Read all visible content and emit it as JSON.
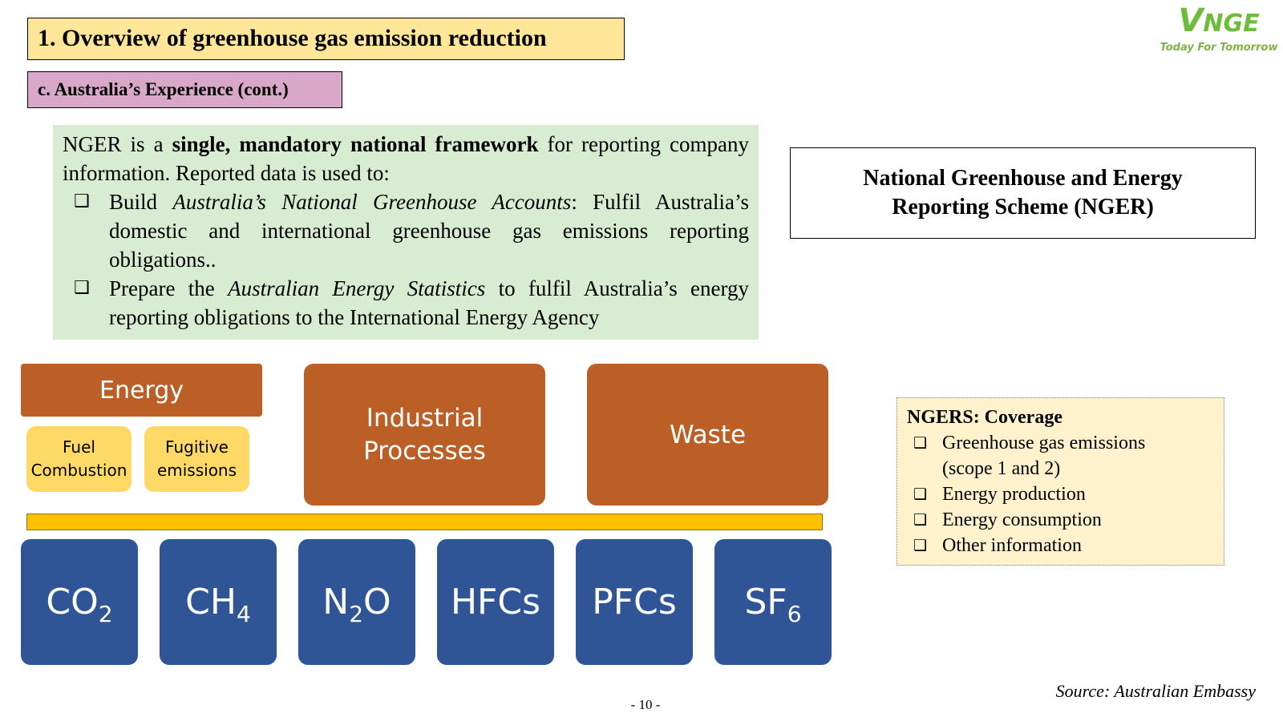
{
  "title": "1. Overview of greenhouse gas emission reduction",
  "subtitle": "c. Australia’s Experience (cont.)",
  "logo": {
    "mark_v": "V",
    "mark_rest": "NGE",
    "tagline": "Today For Tomorrow"
  },
  "info": {
    "intro_1": "NGER is a ",
    "intro_bold": "single, mandatory national framework",
    "intro_2": " for reporting company information. Reported data is used to:",
    "bullet_1_a": "Build ",
    "bullet_1_italic": "Australia’s National Greenhouse Accounts",
    "bullet_1_b": ": Fulfil Australia’s domestic and international greenhouse gas emissions reporting obligations..",
    "bullet_2_a": "Prepare the ",
    "bullet_2_italic": "Australian Energy Statistics",
    "bullet_2_b": " to fulfil Australia’s energy reporting obligations to the International Energy Agency",
    "bullet_icon": "checkbox-icon"
  },
  "scheme": {
    "line_1": "National Greenhouse and Energy",
    "line_2": "Reporting Scheme (NGER)"
  },
  "diagram": {
    "energy": "Energy",
    "fuel_1": "Fuel",
    "fuel_2": "Combustion",
    "fugitive_1": "Fugitive",
    "fugitive_2": "emissions",
    "industrial_1": "Industrial",
    "industrial_2": "Processes",
    "waste": "Waste",
    "gases": [
      {
        "base": "CO",
        "sub": "2"
      },
      {
        "base": "CH",
        "sub": "4"
      },
      {
        "base": "N",
        "sub": "2",
        "tail": "O"
      },
      {
        "base": "HFCs"
      },
      {
        "base": "PFCs"
      },
      {
        "base": "SF",
        "sub": "6"
      }
    ],
    "colors": {
      "sector": "#bb5f26",
      "subsector": "#ffd966",
      "bar": "#ffc000",
      "gas": "#2f5597"
    }
  },
  "coverage": {
    "title": "NGERS: Coverage",
    "items": [
      "Greenhouse gas emissions",
      "(scope 1 and 2)",
      "Energy production",
      "Energy consumption",
      "Other information"
    ]
  },
  "source": "Source: Australian Embassy",
  "page_number": "- 10 -"
}
